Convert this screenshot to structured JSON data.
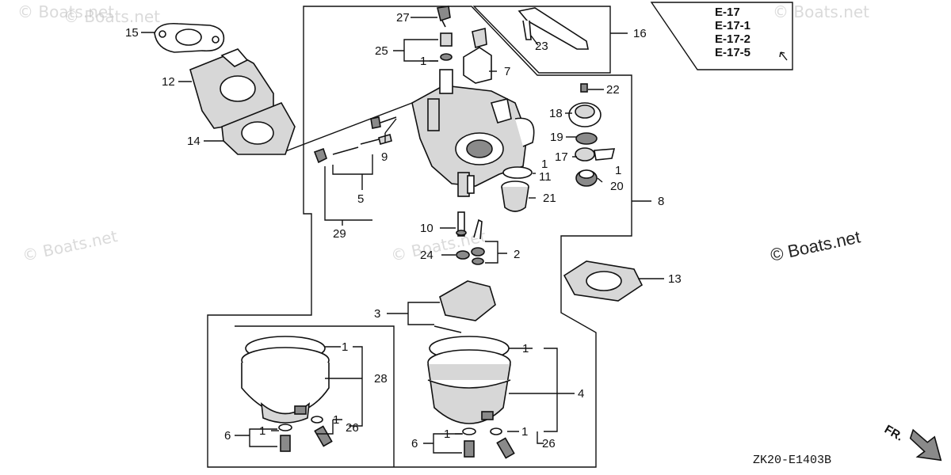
{
  "watermarks": [
    "© Boats.net",
    "© Boats.net",
    "© Boats.net",
    "© Boats.net",
    "© Boats.net"
  ],
  "copyright": "© Boats.net",
  "diagram_code": "ZK20-E1403B",
  "front_label": "FR.",
  "ref_pages": [
    "E-17",
    "E-17-1",
    "E-17-2",
    "E-17-5"
  ],
  "callouts": {
    "c1a": "1",
    "c1b": "1",
    "c1c": "1",
    "c1d": "1",
    "c1e": "1",
    "c1f": "1",
    "c1g": "1",
    "c1h": "1",
    "c1i": "1",
    "c1j": "1",
    "c2": "2",
    "c3": "3",
    "c4": "4",
    "c5": "5",
    "c6a": "6",
    "c6b": "6",
    "c7": "7",
    "c8": "8",
    "c9": "9",
    "c10": "10",
    "c11": "11",
    "c12": "12",
    "c13": "13",
    "c14": "14",
    "c15": "15",
    "c16": "16",
    "c17": "17",
    "c18": "18",
    "c19": "19",
    "c20": "20",
    "c21": "21",
    "c22": "22",
    "c23": "23",
    "c24": "24",
    "c25": "25",
    "c26a": "26",
    "c26b": "26",
    "c27": "27",
    "c28": "28",
    "c29": "29"
  }
}
